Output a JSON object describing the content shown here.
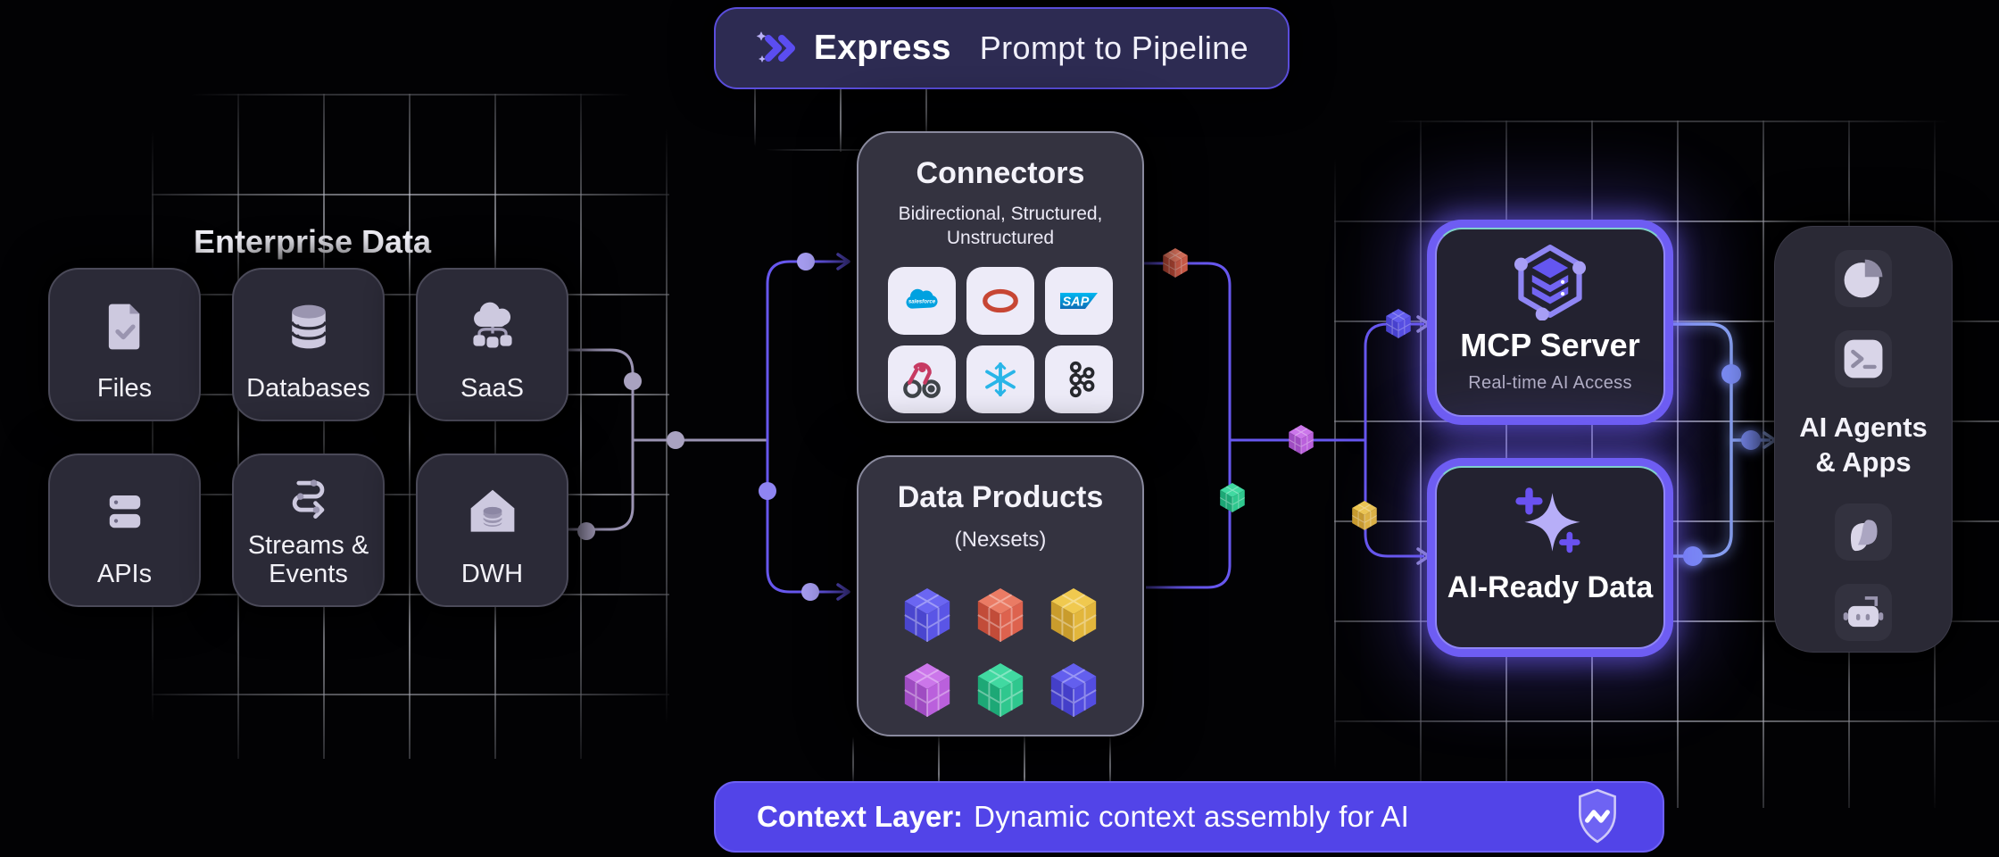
{
  "banner": {
    "brand": "Express",
    "title": "Prompt to Pipeline",
    "logo_icon": "fast-forward-chevrons-icon"
  },
  "enterprise": {
    "title": "Enterprise Data",
    "cards": [
      {
        "label": "Files",
        "icon": "file-check-icon"
      },
      {
        "label": "Databases",
        "icon": "database-icon"
      },
      {
        "label": "SaaS",
        "icon": "cloud-network-icon"
      },
      {
        "label": "APIs",
        "icon": "server-stack-icon"
      },
      {
        "label": "Streams & Events",
        "icon": "stream-flow-icon"
      },
      {
        "label": "DWH",
        "icon": "warehouse-database-icon"
      }
    ]
  },
  "connectors": {
    "title": "Connectors",
    "subtitle": "Bidirectional, Structured, Unstructured",
    "logos": [
      {
        "name": "salesforce-logo"
      },
      {
        "name": "oracle-logo"
      },
      {
        "name": "sap-logo"
      },
      {
        "name": "webhook-logo"
      },
      {
        "name": "snowflake-logo"
      },
      {
        "name": "kafka-logo"
      }
    ]
  },
  "data_products": {
    "title": "Data Products",
    "subtitle": "(Nexsets)",
    "cubes": [
      "indigo",
      "red",
      "yellow",
      "magenta",
      "green",
      "indigo2"
    ]
  },
  "mcp_server": {
    "title": "MCP Server",
    "subtitle": "Real-time AI Access",
    "icon": "mcp-hexagon-icon"
  },
  "ai_ready": {
    "title": "AI-Ready Data",
    "icon": "sparkle-icon"
  },
  "ai_agents": {
    "title_line1": "AI Agents",
    "title_line2": "& Apps",
    "icons_top": [
      "pie-chart-icon",
      "terminal-icon"
    ],
    "icons_bottom": [
      "copilot-icon",
      "robot-icon"
    ]
  },
  "context_layer": {
    "label_bold": "Context Layer:",
    "label_rest": "Dynamic context assembly for AI",
    "icon": "shield-zigzag-icon"
  },
  "flow": {
    "mini_cubes": [
      "red",
      "indigo2",
      "magenta",
      "green",
      "yellow"
    ]
  },
  "colors": {
    "accent_purple": "#6757ee",
    "line_gray": "#9a93b2",
    "output_line_blue": "#8ba6f5",
    "context_banner": "#5244e8",
    "box_border_glow": "#6e5df3",
    "salesforce_blue": "#00a1e0",
    "oracle_red": "#c74634",
    "sap_blue": "#0d71b9",
    "webhook_pink": "#c73a63",
    "snowflake_blue": "#29b5e8",
    "kafka_black": "#26282d",
    "cube_palettes": {
      "indigo": {
        "top": "#6b66f2",
        "left": "#4a46cf",
        "right": "#5a55e6"
      },
      "indigo2": {
        "top": "#635fee",
        "left": "#443fc9",
        "right": "#534de0"
      },
      "red": {
        "top": "#ea7b64",
        "left": "#c24c39",
        "right": "#dd624e"
      },
      "yellow": {
        "top": "#f0c94f",
        "left": "#c99c2c",
        "right": "#e2b63c"
      },
      "magenta": {
        "top": "#cb76ea",
        "left": "#9f4cc2",
        "right": "#ba60dc"
      },
      "green": {
        "top": "#41d9a1",
        "left": "#1da876",
        "right": "#2fc78e"
      }
    }
  }
}
